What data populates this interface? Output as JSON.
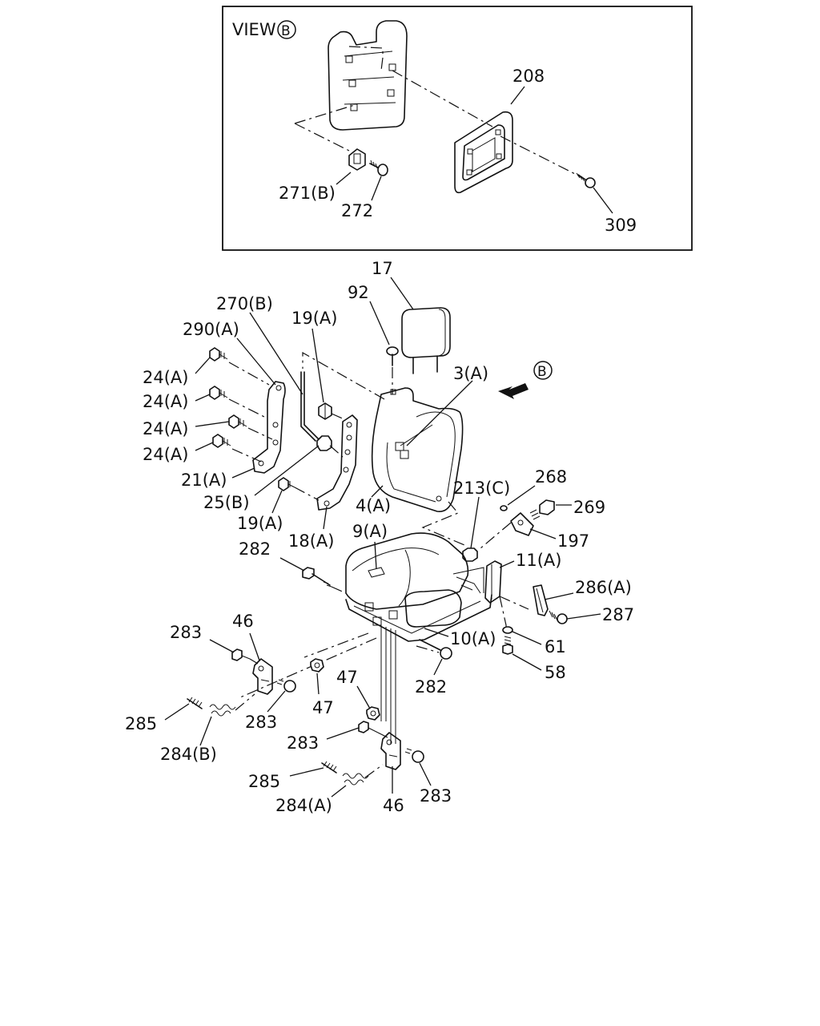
{
  "view_box": {
    "title": "VIEW",
    "title_marker": "B",
    "labels": {
      "p208": "208",
      "p271b": "271(B)",
      "p272": "272",
      "p309": "309"
    }
  },
  "view_marker": "B",
  "labels": {
    "p17": "17",
    "p92": "92",
    "p270b": "270(B)",
    "p290a": "290(A)",
    "p19a_top": "19(A)",
    "p3a": "3(A)",
    "p24a_1": "24(A)",
    "p24a_2": "24(A)",
    "p24a_3": "24(A)",
    "p24a_4": "24(A)",
    "p21a": "21(A)",
    "p25b": "25(B)",
    "p19a_bot": "19(A)",
    "p18a": "18(A)",
    "p4a": "4(A)",
    "p213c": "213(C)",
    "p268": "268",
    "p269": "269",
    "p197": "197",
    "p9a": "9(A)",
    "p282_top": "282",
    "p11a": "11(A)",
    "p286a": "286(A)",
    "p287": "287",
    "p283_a": "283",
    "p46_a": "46",
    "p10a": "10(A)",
    "p61": "61",
    "p58": "58",
    "p282_bot": "282",
    "p47_a": "47",
    "p47_b": "47",
    "p285_a": "285",
    "p283_b": "283",
    "p284b": "284(B)",
    "p283_c": "283",
    "p285_b": "285",
    "p284a": "284(A)",
    "p46_b": "46",
    "p283_d": "283"
  }
}
